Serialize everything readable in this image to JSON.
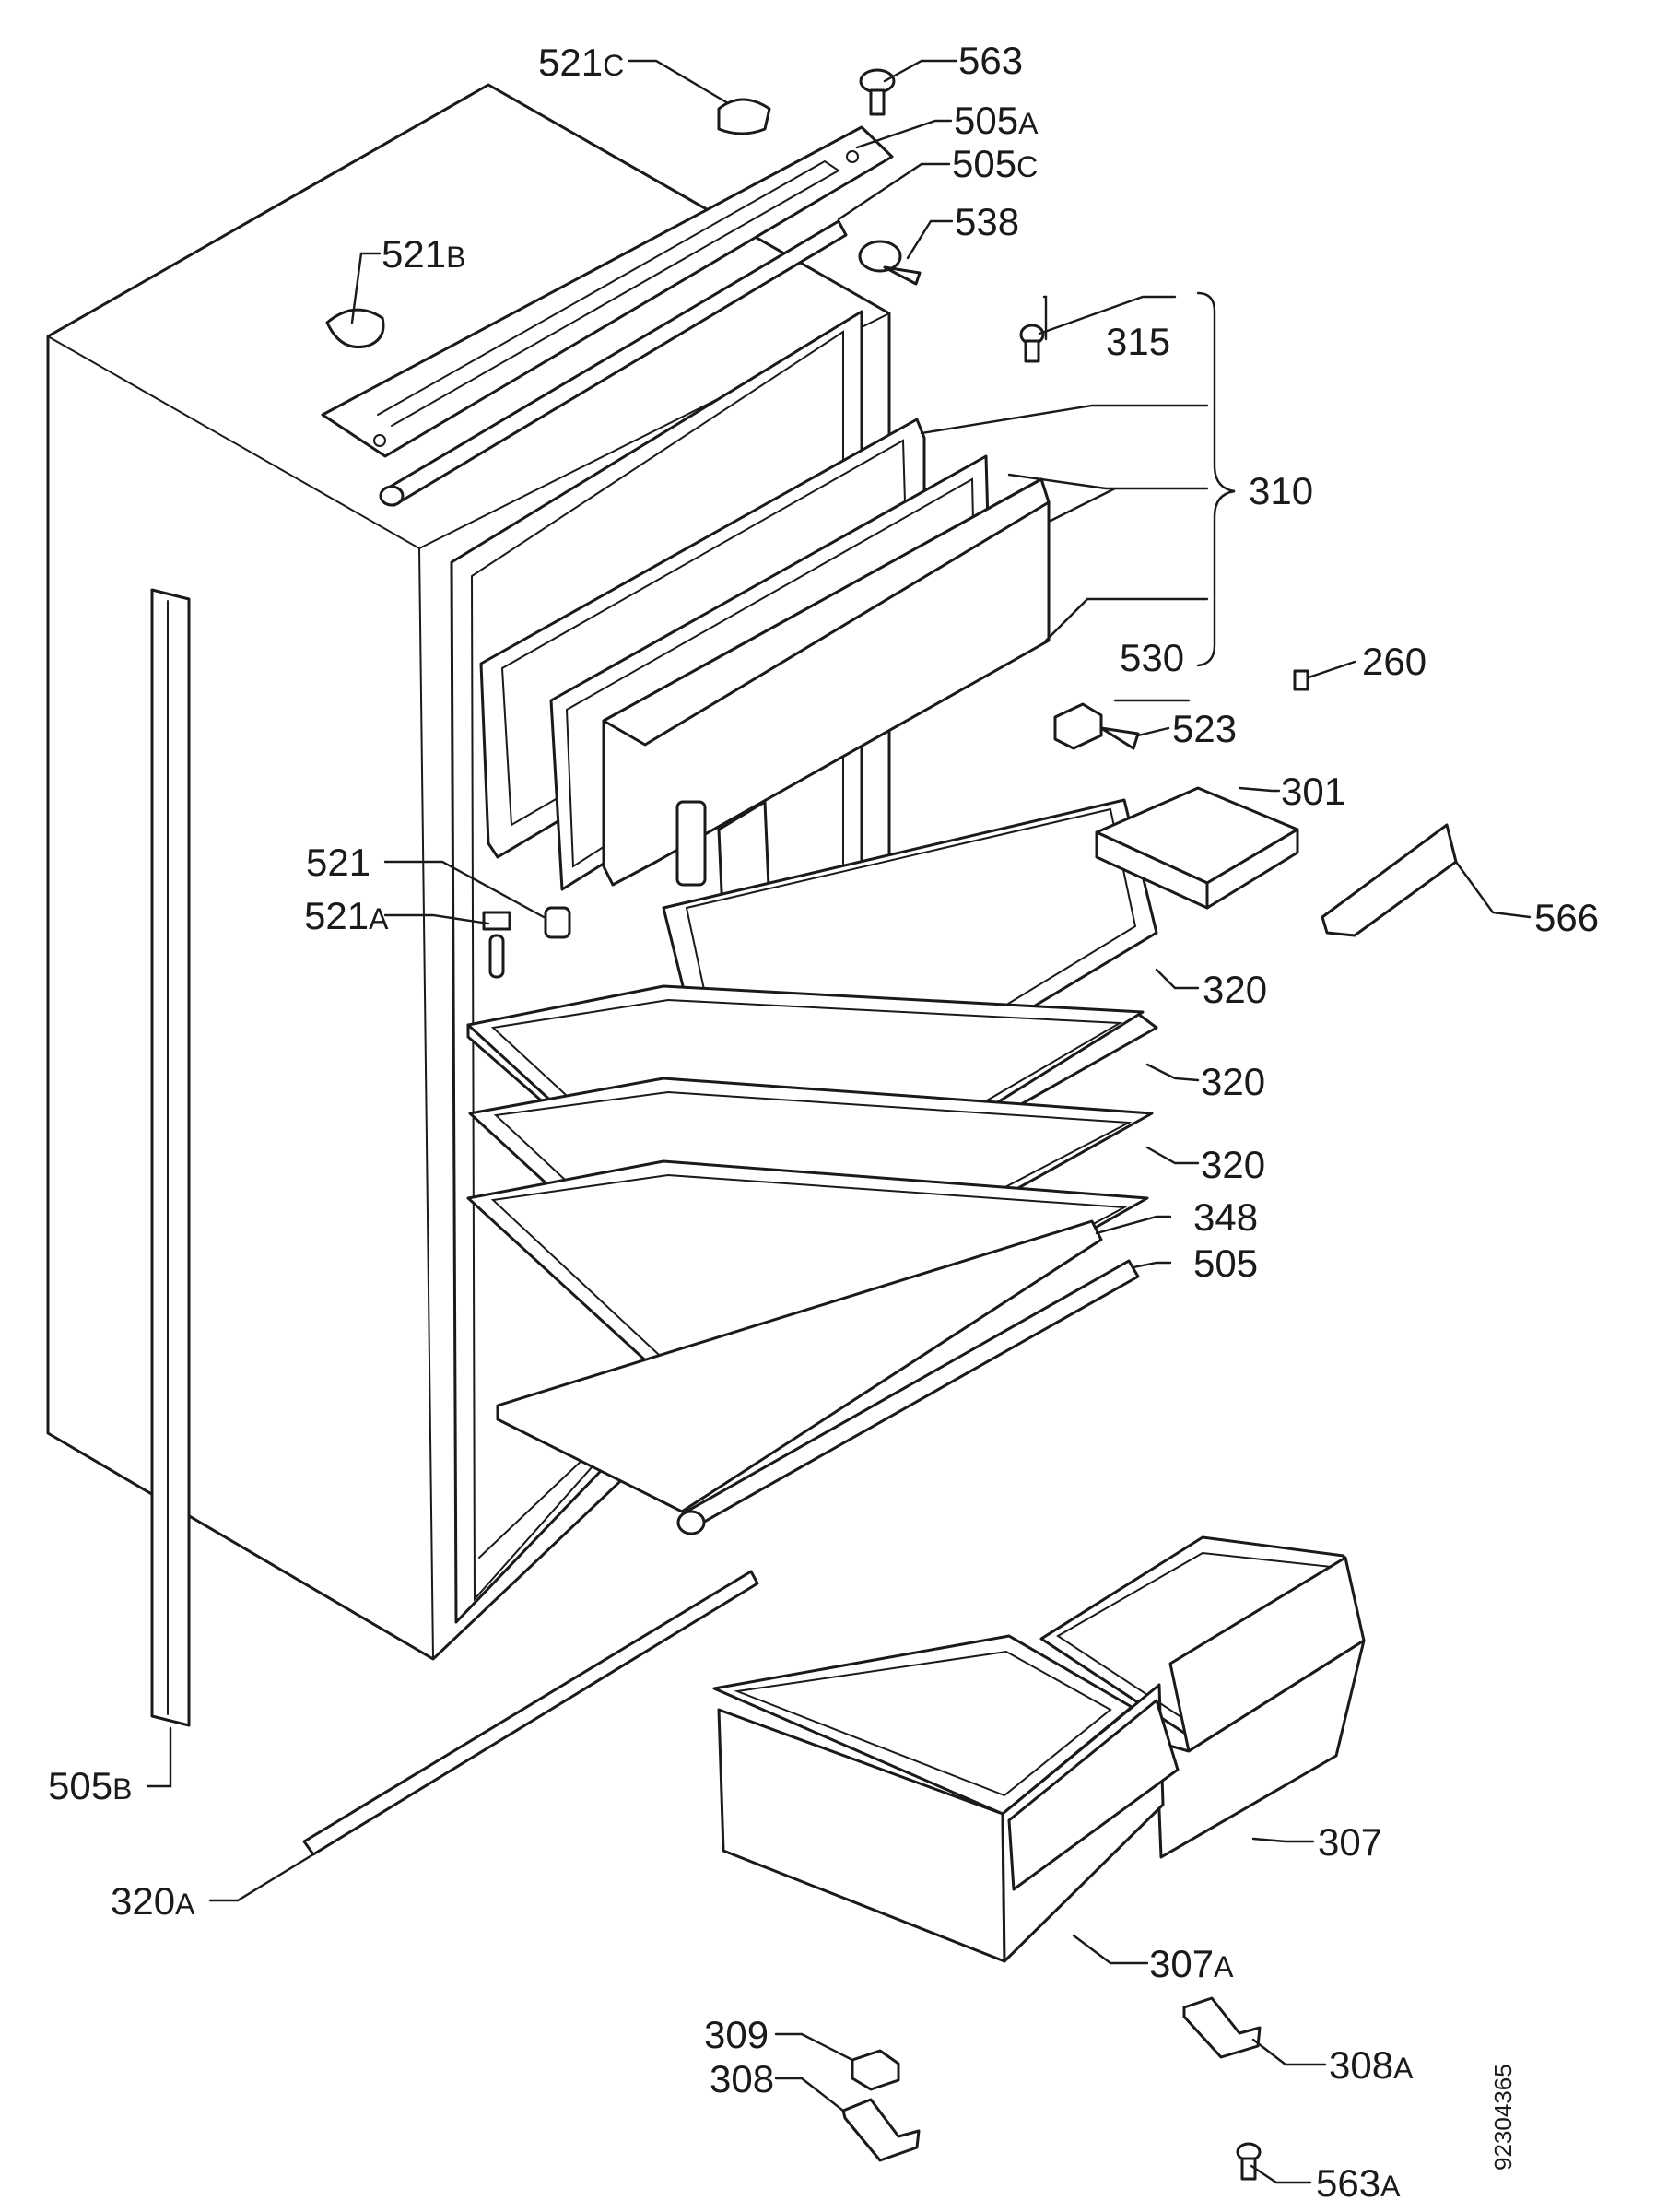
{
  "document_number": "92304365",
  "parts": [
    {
      "id": "p563",
      "number": "563",
      "suffix": ""
    },
    {
      "id": "p521c",
      "number": "521",
      "suffix": "C"
    },
    {
      "id": "p505a",
      "number": "505",
      "suffix": "A"
    },
    {
      "id": "p505c",
      "number": "505",
      "suffix": "C"
    },
    {
      "id": "p538",
      "number": "538",
      "suffix": ""
    },
    {
      "id": "p521b",
      "number": "521",
      "suffix": "B"
    },
    {
      "id": "p315",
      "number": "315",
      "suffix": ""
    },
    {
      "id": "p310",
      "number": "310",
      "suffix": ""
    },
    {
      "id": "p530",
      "number": "530",
      "suffix": ""
    },
    {
      "id": "p260",
      "number": "260",
      "suffix": ""
    },
    {
      "id": "p523",
      "number": "523",
      "suffix": ""
    },
    {
      "id": "p301",
      "number": "301",
      "suffix": ""
    },
    {
      "id": "p566",
      "number": "566",
      "suffix": ""
    },
    {
      "id": "p521",
      "number": "521",
      "suffix": ""
    },
    {
      "id": "p521a",
      "number": "521",
      "suffix": "A"
    },
    {
      "id": "p320_1",
      "number": "320",
      "suffix": ""
    },
    {
      "id": "p320_2",
      "number": "320",
      "suffix": ""
    },
    {
      "id": "p320_3",
      "number": "320",
      "suffix": ""
    },
    {
      "id": "p348",
      "number": "348",
      "suffix": ""
    },
    {
      "id": "p505",
      "number": "505",
      "suffix": ""
    },
    {
      "id": "p505b",
      "number": "505",
      "suffix": "B"
    },
    {
      "id": "p307",
      "number": "307",
      "suffix": ""
    },
    {
      "id": "p320a",
      "number": "320",
      "suffix": "A"
    },
    {
      "id": "p307a",
      "number": "307",
      "suffix": "A"
    },
    {
      "id": "p309",
      "number": "309",
      "suffix": ""
    },
    {
      "id": "p308",
      "number": "308",
      "suffix": ""
    },
    {
      "id": "p308a",
      "number": "308",
      "suffix": "A"
    },
    {
      "id": "p563a",
      "number": "563",
      "suffix": "A"
    }
  ]
}
